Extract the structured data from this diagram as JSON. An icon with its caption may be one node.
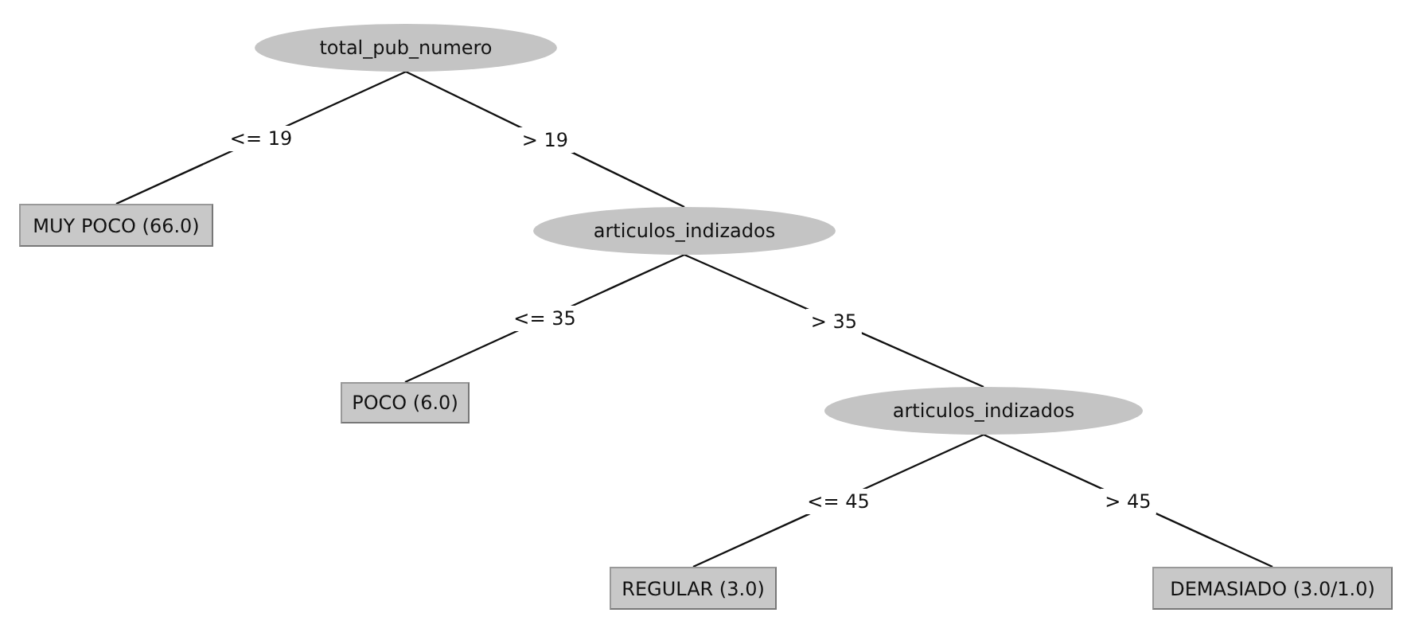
{
  "diagram": {
    "nodes": [
      {
        "text": [
          "total_pub_numero"
        ]
      },
      {
        "text": [
          "MUY POCO (66.0)"
        ]
      },
      {
        "text": [
          "articulos_indizados"
        ]
      },
      {
        "text": [
          "POCO (6.0)"
        ]
      },
      {
        "text": [
          "articulos_indizados"
        ]
      },
      {
        "text": [
          "REGULAR (3.0)"
        ]
      },
      {
        "text": [
          "DEMASIADO (3.0/1.0)"
        ]
      }
    ],
    "edges": [
      {
        "from": 0,
        "to": 1,
        "arrow": "none",
        "label": "<= 19"
      },
      {
        "from": 0,
        "to": 2,
        "arrow": "none",
        "label": "> 19"
      },
      {
        "from": 2,
        "to": 3,
        "arrow": "none",
        "label": "<= 35"
      },
      {
        "from": 2,
        "to": 4,
        "arrow": "none",
        "label": "> 35"
      },
      {
        "from": 4,
        "to": 5,
        "arrow": "none",
        "label": "<= 45"
      },
      {
        "from": 4,
        "to": 6,
        "arrow": "none",
        "label": "> 45"
      }
    ]
  }
}
